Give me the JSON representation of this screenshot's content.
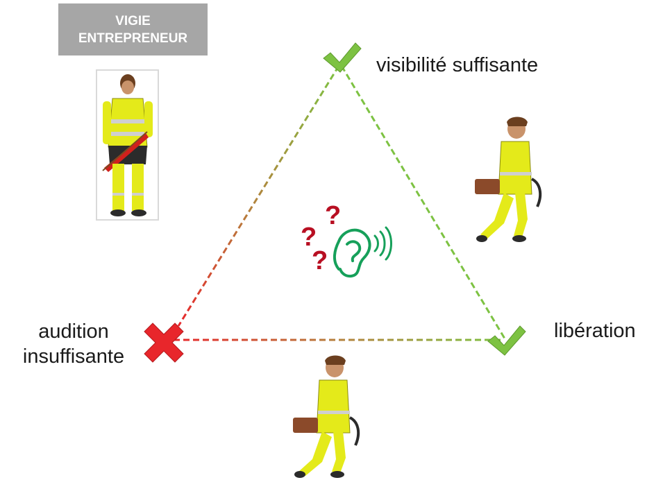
{
  "badge": {
    "line1": "VIGIE",
    "line2": "ENTREPRENEUR"
  },
  "vertices": {
    "top_label": "visibilité suffisante",
    "right_label": "libération",
    "left_label_line1": "audition",
    "left_label_line2": "insuffisante"
  },
  "hearing_symbol": {
    "question_marks": [
      "?",
      "?",
      "?"
    ]
  },
  "icons": {
    "top_vertex": "check-icon",
    "right_vertex": "check-icon",
    "left_vertex": "cross-icon",
    "center": "ear-sound-icon"
  },
  "colors": {
    "ok_green": "#7dc242",
    "fail_red": "#e8262b",
    "question_red": "#b80f22",
    "ear_green": "#16a05a",
    "badge_gray": "#a6a6a6",
    "hi_vis_yellow": "#e4ea1a"
  }
}
